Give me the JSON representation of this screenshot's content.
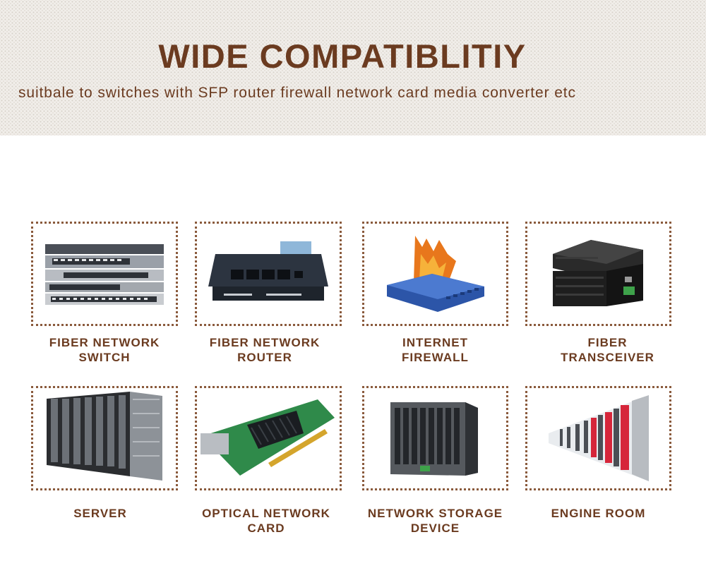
{
  "header": {
    "title": "WIDE COMPATIBLITIY",
    "subtitle": "suitbale to switches with SFP router firewall  network card media converter etc"
  },
  "items": [
    {
      "label": "FIBER NETWORK\nSWITCH",
      "icon": "fiber-network-switch"
    },
    {
      "label": "FIBER NETWORK\nROUTER",
      "icon": "fiber-network-router"
    },
    {
      "label": "INTERNET\nFIREWALL",
      "icon": "internet-firewall"
    },
    {
      "label": "FIBER\nTRANSCEIVER",
      "icon": "fiber-transceiver"
    },
    {
      "label": "SERVER",
      "icon": "server"
    },
    {
      "label": "OPTICAL NETWORK\nCARD",
      "icon": "optical-network-card"
    },
    {
      "label": "NETWORK STORAGE\nDEVICE",
      "icon": "network-storage-device"
    },
    {
      "label": "ENGINE ROOM",
      "icon": "engine-room"
    }
  ],
  "colors": {
    "brand": "#6b3b20",
    "border": "#8a5a3c",
    "header_bg": "#f1eeea"
  }
}
